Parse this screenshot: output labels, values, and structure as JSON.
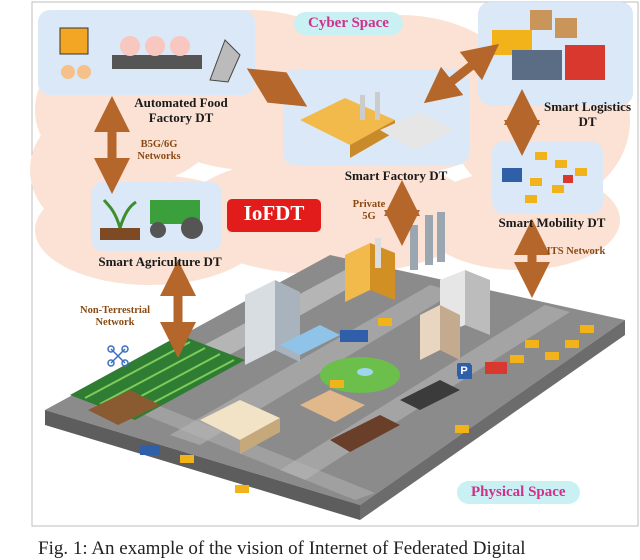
{
  "cyber_space_label": "Cyber Space",
  "physical_space_label": "Physical Space",
  "center_label": "IoFDT",
  "nodes": {
    "food_factory": "Automated Food Factory DT",
    "smart_factory": "Smart Factory DT",
    "smart_logistics": "Smart Logistics DT",
    "smart_agriculture": "Smart Agriculture DT",
    "smart_mobility": "Smart Mobility DT"
  },
  "networks": {
    "b5g": "B5G/6G Networks",
    "private5g": "Private 5G",
    "its": "ITS Network",
    "ntn": "Non-Terrestrial Network"
  },
  "caption": "Fig. 1: An example of the vision of Internet of Federated Digital",
  "colors": {
    "cloud": "#fbe2d4",
    "dt_box": "#dbe8f8",
    "arrow": "#b5662a",
    "iofdt": "#e21b1b",
    "space_bg": "#c9f1f4",
    "space_text": "#d0308a"
  }
}
